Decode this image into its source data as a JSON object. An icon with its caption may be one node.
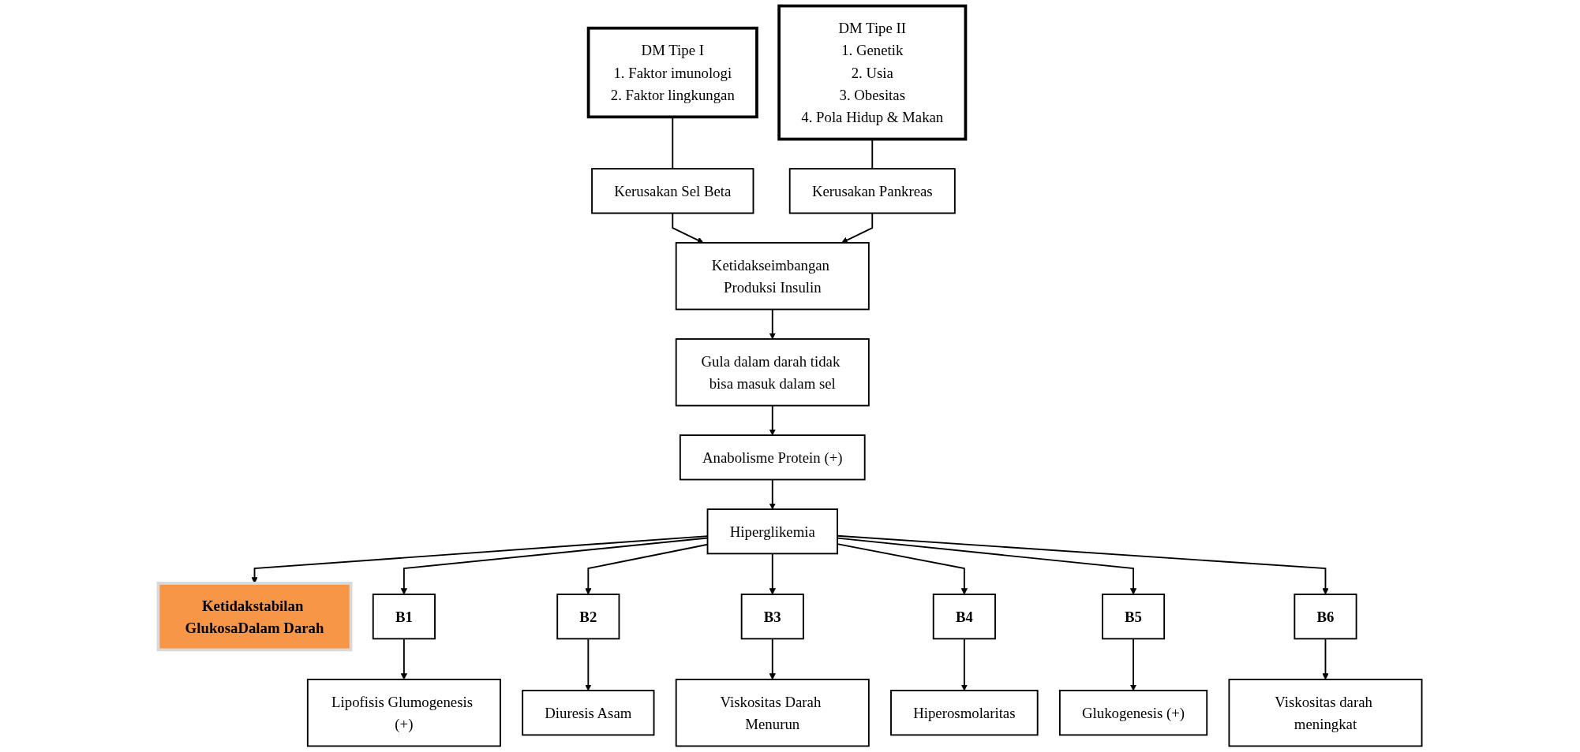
{
  "diagram": {
    "nodes": [
      {
        "text": [
          "DM Tipe I",
          "1. Faktor imunologi",
          "2. Faktor lingkungan"
        ]
      },
      {
        "text": [
          "DM Tipe II",
          "1. Genetik",
          "2. Usia",
          "3. Obesitas",
          "4. Pola Hidup & Makan"
        ]
      },
      {
        "text": [
          "Kerusakan Sel Beta"
        ]
      },
      {
        "text": [
          "Kerusakan Pankreas"
        ]
      },
      {
        "text": [
          "Ketidakseimbangan Produksi Insulin"
        ]
      },
      {
        "text": [
          "Gula dalam darah tidak bisa masuk dalam sel"
        ]
      },
      {
        "text": [
          "Anabolisme Protein (+)"
        ]
      },
      {
        "text": [
          "Hiperglikemia"
        ]
      },
      {
        "text": [
          "Ketidakstabilan GlukosaDalam Darah"
        ]
      },
      {
        "text": [
          "B1"
        ]
      },
      {
        "text": [
          "B2"
        ]
      },
      {
        "text": [
          "B3"
        ]
      },
      {
        "text": [
          "B4"
        ]
      },
      {
        "text": [
          "B5"
        ]
      },
      {
        "text": [
          "B6"
        ]
      },
      {
        "text": [
          "Lipofisis Glumogenesis (+)"
        ]
      },
      {
        "text": [
          "Diuresis Asam"
        ]
      },
      {
        "text": [
          "Viskositas Darah Menurun"
        ]
      },
      {
        "text": [
          "Hiperosmolaritas"
        ]
      },
      {
        "text": [
          "Glukogenesis (+)"
        ]
      },
      {
        "text": [
          "Viskositas darah meningkat"
        ]
      }
    ],
    "edges": [
      {
        "from": 0,
        "to": 2,
        "arrow": "none"
      },
      {
        "from": 1,
        "to": 3,
        "arrow": "none"
      },
      {
        "from": 2,
        "to": 4,
        "arrow": "to"
      },
      {
        "from": 3,
        "to": 4,
        "arrow": "to"
      },
      {
        "from": 4,
        "to": 5,
        "arrow": "to"
      },
      {
        "from": 5,
        "to": 6,
        "arrow": "to"
      },
      {
        "from": 6,
        "to": 7,
        "arrow": "to"
      },
      {
        "from": 7,
        "to": 8,
        "arrow": "to"
      },
      {
        "from": 7,
        "to": 9,
        "arrow": "to"
      },
      {
        "from": 7,
        "to": 10,
        "arrow": "to"
      },
      {
        "from": 7,
        "to": 11,
        "arrow": "to"
      },
      {
        "from": 7,
        "to": 12,
        "arrow": "to"
      },
      {
        "from": 7,
        "to": 13,
        "arrow": "to"
      },
      {
        "from": 7,
        "to": 14,
        "arrow": "to"
      },
      {
        "from": 9,
        "to": 15,
        "arrow": "to"
      },
      {
        "from": 10,
        "to": 16,
        "arrow": "to"
      },
      {
        "from": 11,
        "to": 17,
        "arrow": "to"
      },
      {
        "from": 12,
        "to": 18,
        "arrow": "to"
      },
      {
        "from": 13,
        "to": 19,
        "arrow": "to"
      },
      {
        "from": 14,
        "to": 20,
        "arrow": "to"
      }
    ]
  }
}
